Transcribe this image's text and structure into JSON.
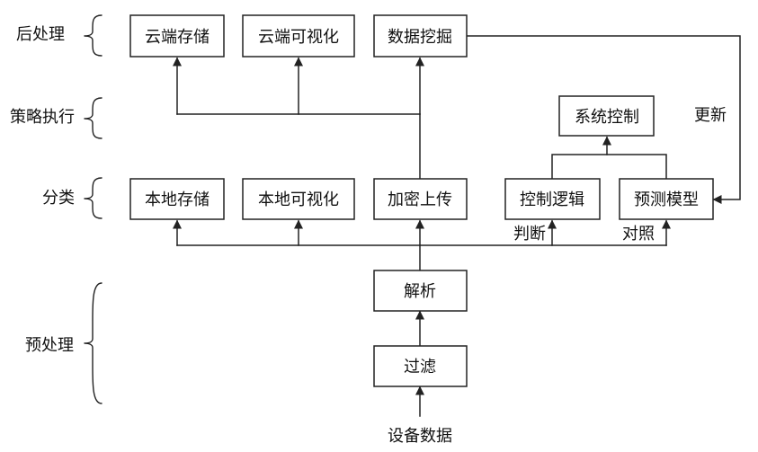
{
  "layers": {
    "post": "后处理",
    "policy": "策略执行",
    "classify": "分类",
    "preprocess": "预处理"
  },
  "boxes": {
    "cloud_storage": "云端存储",
    "cloud_visual": "云端可视化",
    "data_mining": "数据挖掘",
    "system_control": "系统控制",
    "local_storage": "本地存储",
    "local_visual": "本地可视化",
    "encrypt_upload": "加密上传",
    "control_logic": "控制逻辑",
    "predict_model": "预测模型",
    "parse": "解析",
    "filter": "过滤"
  },
  "labels": {
    "update": "更新",
    "judge": "判断",
    "compare": "对照",
    "device_data": "设备数据"
  }
}
